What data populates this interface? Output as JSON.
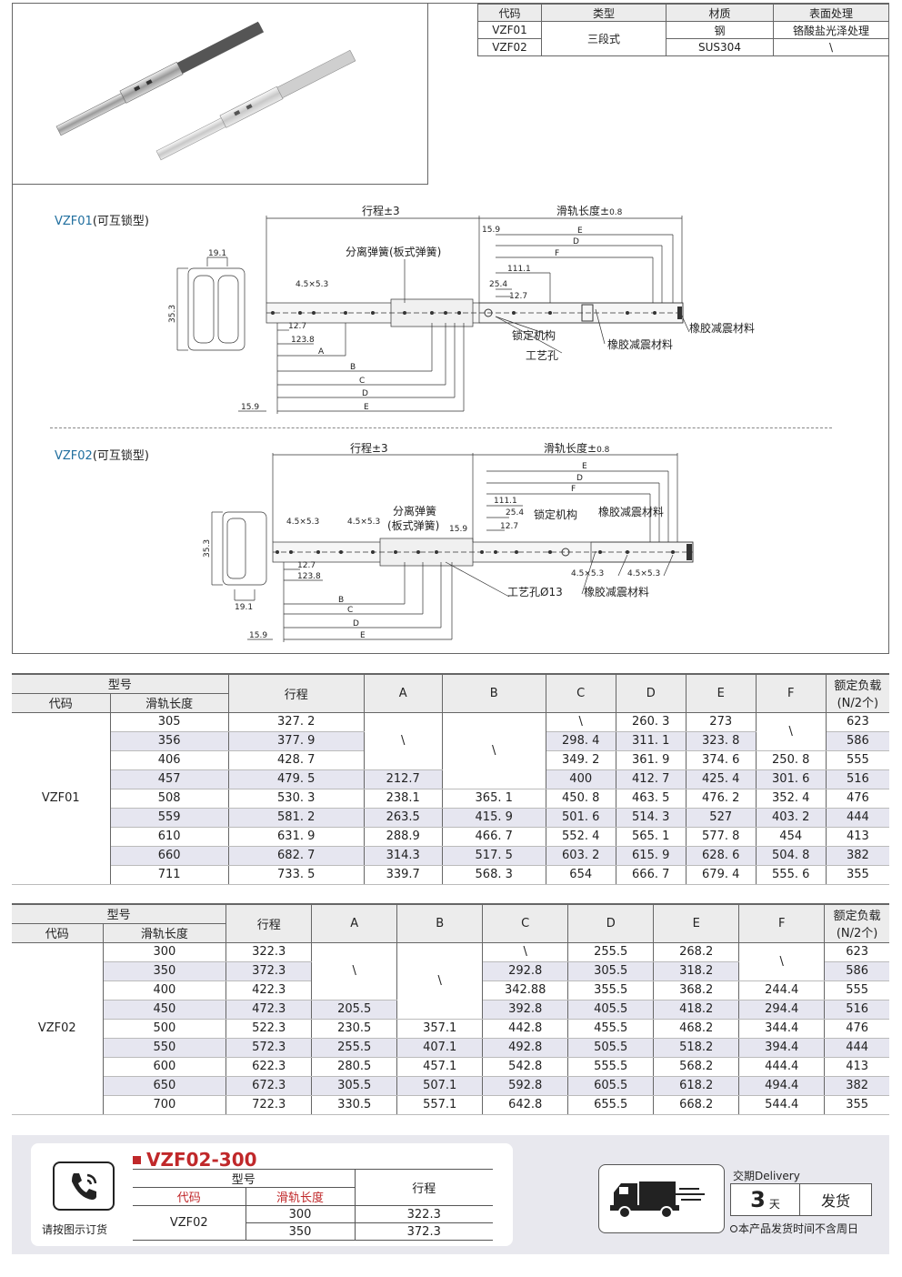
{
  "spec_table": {
    "headers": [
      "代码",
      "类型",
      "材质",
      "表面处理"
    ],
    "rows": [
      {
        "code": "VZF01",
        "type": "三段式",
        "material": "钢",
        "surface": "铬酸盐光泽处理"
      },
      {
        "code": "VZF02",
        "type": "三段式",
        "material": "SUS304",
        "surface": "\\"
      }
    ]
  },
  "drawing_vzf01": {
    "code": "VZF01",
    "note": "(可互锁型)",
    "stroke": "行程±3",
    "slide_len": "滑轨长度±",
    "slide_tol": "0.8",
    "spring": "分离弹簧(板式弹簧)",
    "lock": "锁定机构",
    "hole": "工艺孔",
    "rubber1": "橡胶减震材料",
    "rubber2": "橡胶减震材料",
    "dims": {
      "w": "19.1",
      "h": "35.3",
      "hole": "4.5×5.3",
      "d127": "12.7",
      "d1238": "123.8",
      "d159": "15.9",
      "d254": "25.4",
      "d1111": "111.1",
      "d127b": "12.7",
      "d159b": "15.9"
    },
    "letters": {
      "A": "A",
      "B": "B",
      "C": "C",
      "D": "D",
      "E": "E",
      "E2": "E",
      "D2": "D",
      "F": "F"
    }
  },
  "drawing_vzf02": {
    "code": "VZF02",
    "note": "(可互锁型)",
    "stroke": "行程±3",
    "slide_len": "滑轨长度±",
    "slide_tol": "0.8",
    "spring1": "分离弹簧",
    "spring2": "(板式弹簧)",
    "lock": "锁定机构",
    "hole": "工艺孔Ø13",
    "rubber1": "橡胶减震材料",
    "rubber2": "橡胶减震材料",
    "dims": {
      "w": "19.1",
      "h": "35.3",
      "hole1": "4.5×5.3",
      "hole2": "4.5×5.3",
      "hole3": "4.5×5.3",
      "hole4": "4.5×5.3",
      "d127": "12.7",
      "d1238": "123.8",
      "d159": "15.9",
      "d159b": "15.9",
      "d1111": "111.1",
      "d254": "25.4",
      "d127b": "12.7"
    },
    "letters": {
      "A": "A",
      "B": "B",
      "C": "C",
      "D": "D",
      "E": "E",
      "E2": "E",
      "D2": "D",
      "F": "F"
    }
  },
  "table_vzf01": {
    "h_model": "型号",
    "h_code": "代码",
    "h_len": "滑轨长度",
    "h_stroke": "行程",
    "h_A": "A",
    "h_B": "B",
    "h_C": "C",
    "h_D": "D",
    "h_E": "E",
    "h_F": "F",
    "h_load1": "额定负载",
    "h_load2": "(N/2个)",
    "code": "VZF01",
    "rows": [
      {
        "len": "305",
        "stroke": "327. 2",
        "A": "",
        "B": "",
        "C": "\\",
        "D": "260. 3",
        "E": "273",
        "F": "",
        "load": "623"
      },
      {
        "len": "356",
        "stroke": "377. 9",
        "A": "\\",
        "B": "",
        "C": "298. 4",
        "D": "311. 1",
        "E": "323. 8",
        "F": "\\",
        "load": "586"
      },
      {
        "len": "406",
        "stroke": "428. 7",
        "A": "",
        "B": "\\",
        "C": "349. 2",
        "D": "361. 9",
        "E": "374. 6",
        "F": "250. 8",
        "load": "555"
      },
      {
        "len": "457",
        "stroke": "479. 5",
        "A": "212.7",
        "B": "",
        "C": "400",
        "D": "412. 7",
        "E": "425. 4",
        "F": "301. 6",
        "load": "516"
      },
      {
        "len": "508",
        "stroke": "530. 3",
        "A": "238.1",
        "B": "365. 1",
        "C": "450. 8",
        "D": "463. 5",
        "E": "476. 2",
        "F": "352. 4",
        "load": "476"
      },
      {
        "len": "559",
        "stroke": "581. 2",
        "A": "263.5",
        "B": "415. 9",
        "C": "501. 6",
        "D": "514. 3",
        "E": "527",
        "F": "403. 2",
        "load": "444"
      },
      {
        "len": "610",
        "stroke": "631. 9",
        "A": "288.9",
        "B": "466. 7",
        "C": "552. 4",
        "D": "565. 1",
        "E": "577. 8",
        "F": "454",
        "load": "413"
      },
      {
        "len": "660",
        "stroke": "682. 7",
        "A": "314.3",
        "B": "517. 5",
        "C": "603. 2",
        "D": "615. 9",
        "E": "628. 6",
        "F": "504. 8",
        "load": "382"
      },
      {
        "len": "711",
        "stroke": "733. 5",
        "A": "339.7",
        "B": "568. 3",
        "C": "654",
        "D": "666. 7",
        "E": "679. 4",
        "F": "555. 6",
        "load": "355"
      }
    ]
  },
  "table_vzf02": {
    "h_model": "型号",
    "h_code": "代码",
    "h_len": "滑轨长度",
    "h_stroke": "行程",
    "h_A": "A",
    "h_B": "B",
    "h_C": "C",
    "h_D": "D",
    "h_E": "E",
    "h_F": "F",
    "h_load1": "额定负载",
    "h_load2": "(N/2个)",
    "code": "VZF02",
    "rows": [
      {
        "len": "300",
        "stroke": "322.3",
        "A": "",
        "B": "",
        "C": "\\",
        "D": "255.5",
        "E": "268.2",
        "F": "",
        "load": "623"
      },
      {
        "len": "350",
        "stroke": "372.3",
        "A": "\\",
        "B": "",
        "C": "292.8",
        "D": "305.5",
        "E": "318.2",
        "F": "\\",
        "load": "586"
      },
      {
        "len": "400",
        "stroke": "422.3",
        "A": "",
        "B": "\\",
        "C": "342.88",
        "D": "355.5",
        "E": "368.2",
        "F": "244.4",
        "load": "555"
      },
      {
        "len": "450",
        "stroke": "472.3",
        "A": "205.5",
        "B": "",
        "C": "392.8",
        "D": "405.5",
        "E": "418.2",
        "F": "294.4",
        "load": "516"
      },
      {
        "len": "500",
        "stroke": "522.3",
        "A": "230.5",
        "B": "357.1",
        "C": "442.8",
        "D": "455.5",
        "E": "468.2",
        "F": "344.4",
        "load": "476"
      },
      {
        "len": "550",
        "stroke": "572.3",
        "A": "255.5",
        "B": "407.1",
        "C": "492.8",
        "D": "505.5",
        "E": "518.2",
        "F": "394.4",
        "load": "444"
      },
      {
        "len": "600",
        "stroke": "622.3",
        "A": "280.5",
        "B": "457.1",
        "C": "542.8",
        "D": "555.5",
        "E": "568.2",
        "F": "444.4",
        "load": "413"
      },
      {
        "len": "650",
        "stroke": "672.3",
        "A": "305.5",
        "B": "507.1",
        "C": "592.8",
        "D": "605.5",
        "E": "618.2",
        "F": "494.4",
        "load": "382"
      },
      {
        "len": "700",
        "stroke": "722.3",
        "A": "330.5",
        "B": "557.1",
        "C": "642.8",
        "D": "655.5",
        "E": "668.2",
        "F": "544.4",
        "load": "355"
      }
    ]
  },
  "order": {
    "caption": "请按图示订货",
    "title": "VZF02-300",
    "h_model": "型号",
    "h_code": "代码",
    "h_len": "滑轨长度",
    "h_stroke": "行程",
    "code": "VZF02",
    "rows": [
      {
        "len": "300",
        "stroke": "322.3"
      },
      {
        "len": "350",
        "stroke": "372.3"
      }
    ]
  },
  "delivery": {
    "label": "交期Delivery",
    "days": "3",
    "unit": "天",
    "ship": "发货",
    "note": "本产品发货时间不含周日"
  },
  "colors": {
    "accent_red": "#c0282a",
    "code_blue": "#1f6e9e",
    "shade": "#e6e6f0"
  },
  "icons": {
    "phone": "phone-icon",
    "truck": "truck-icon"
  }
}
